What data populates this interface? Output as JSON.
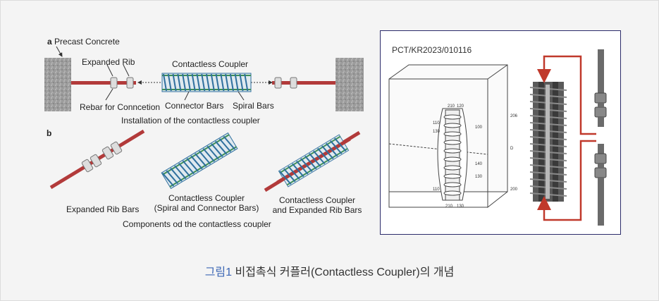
{
  "section_a": {
    "marker": "a",
    "title": "Precast Concrete",
    "expanded_rib": "Expanded Rib",
    "contactless_coupler": "Contactless Coupler",
    "rebar_for_connection": "Rebar for Conncetion",
    "connector_bars": "Connector Bars",
    "spiral_bars": "Spiral Bars",
    "installation_caption": "Installation of the contactless coupler"
  },
  "section_b": {
    "marker": "b",
    "expanded_rib_bars": "Expanded Rib Bars",
    "coupler_spiral_line1": "Contactless Coupler",
    "coupler_spiral_line2": "(Spiral and Connector Bars)",
    "coupler_rib_line1": "Contactless Coupler",
    "coupler_rib_line2": "and Expanded Rib Bars",
    "components_caption": "Components od the contactless coupler"
  },
  "patent_panel": {
    "patent_number": "PCT/KR2023/010116",
    "labels": {
      "l210_top": "210",
      "l120": "120",
      "l110_top": "110",
      "l130_top": "130",
      "l100": "100",
      "l206": "206",
      "lD": "D",
      "l140": "140",
      "l130_mid": "130",
      "l110_bot": "110",
      "l200": "200",
      "l210_bot": "210",
      "l130_bot": "130"
    }
  },
  "figure_caption": {
    "figure_label": "그림1",
    "text": " 비접촉식 커플러(Contactless Coupler)의 개념"
  },
  "colors": {
    "rebar": "#b23a3a",
    "spiral": "#2e6f9e",
    "connector": "#3e8f56",
    "arrow": "#c0392b",
    "caption_accent": "#3d67b5",
    "panel_border": "#2b2b6a"
  }
}
